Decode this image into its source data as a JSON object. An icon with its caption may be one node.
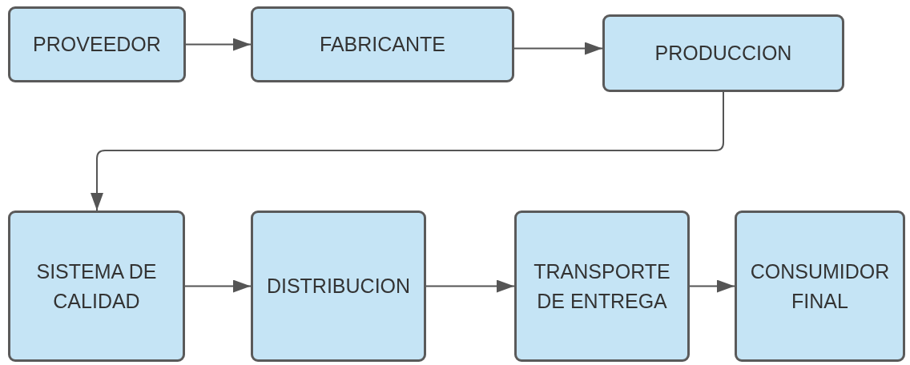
{
  "diagram": {
    "nodes": [
      {
        "text": [
          "PROVEEDOR"
        ]
      },
      {
        "text": [
          "FABRICANTE"
        ]
      },
      {
        "text": [
          "PRODUCCION"
        ]
      },
      {
        "text": [
          "SISTEMA DE CALIDAD"
        ]
      },
      {
        "text": [
          "DISTRIBUCION"
        ]
      },
      {
        "text": [
          "TRANSPORTE DE ENTREGA"
        ]
      },
      {
        "text": [
          "CONSUMIDOR FINAL"
        ]
      }
    ],
    "edges": [
      {
        "from": 0,
        "to": 1,
        "arrow": "to"
      },
      {
        "from": 1,
        "to": 2,
        "arrow": "to"
      },
      {
        "from": 2,
        "to": 3,
        "arrow": "to"
      },
      {
        "from": 3,
        "to": 4,
        "arrow": "to"
      },
      {
        "from": 4,
        "to": 5,
        "arrow": "to"
      },
      {
        "from": 5,
        "to": 6,
        "arrow": "to"
      }
    ]
  }
}
